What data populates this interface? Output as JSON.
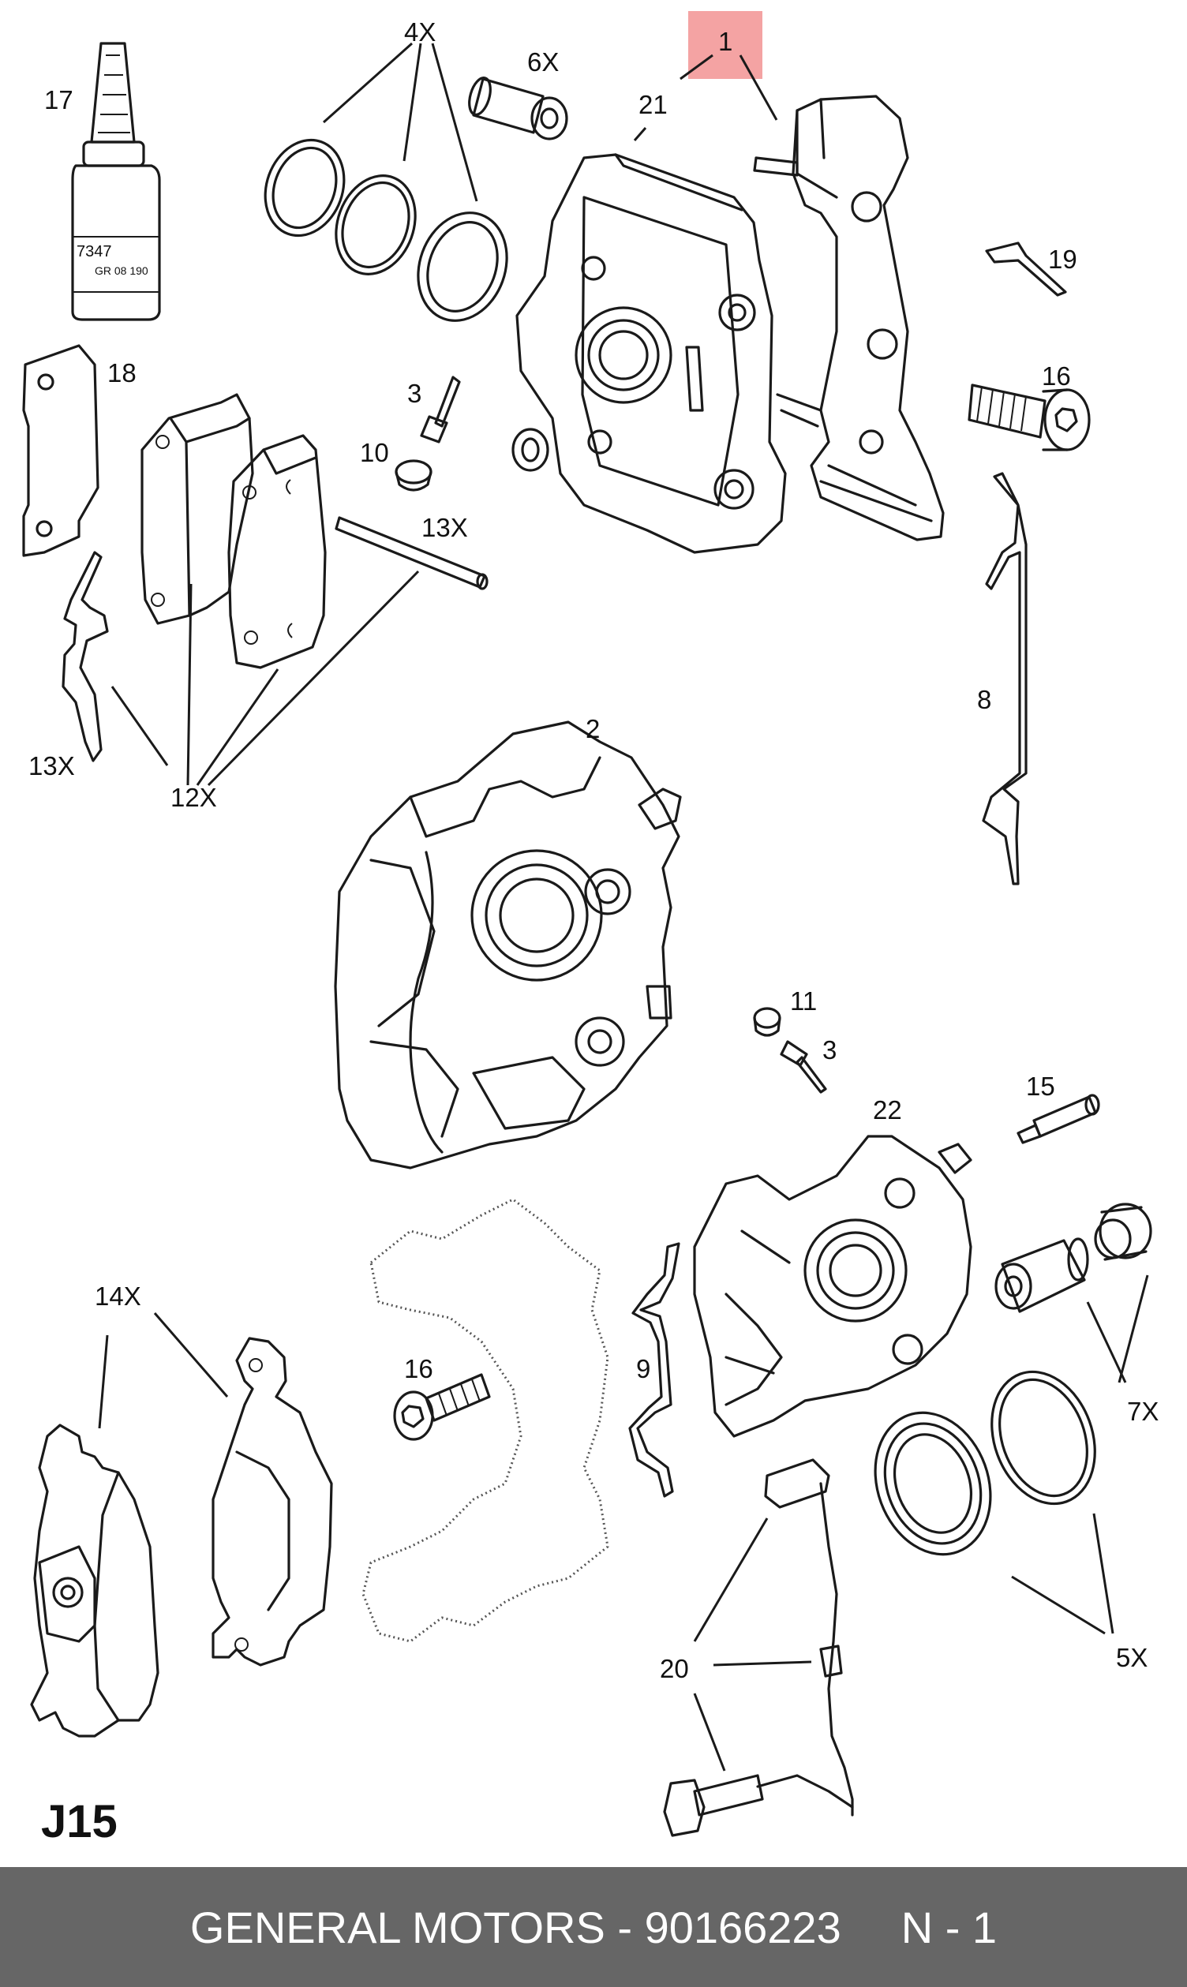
{
  "diagram_id": "J15",
  "highlight_color": "#f4a3a3",
  "labels": {
    "l1": "1",
    "l21": "21",
    "l4x": "4X",
    "l6x": "6X",
    "l17": "17",
    "l19": "19",
    "l18": "18",
    "l16a": "16",
    "l3a": "3",
    "l10": "10",
    "l13xa": "13X",
    "l8": "8",
    "l13xb": "13X",
    "l12x": "12X",
    "l2": "2",
    "l11": "11",
    "l3b": "3",
    "l15": "15",
    "l22": "22",
    "l14x": "14X",
    "l16b": "16",
    "l9": "9",
    "l7x": "7X",
    "l20": "20",
    "l5x": "5X"
  },
  "bottle_text": {
    "line1": "7347",
    "line2": "GR 08 190"
  },
  "footer": {
    "brand": "GENERAL MOTORS - 90166223",
    "suffix": "N - 1"
  }
}
